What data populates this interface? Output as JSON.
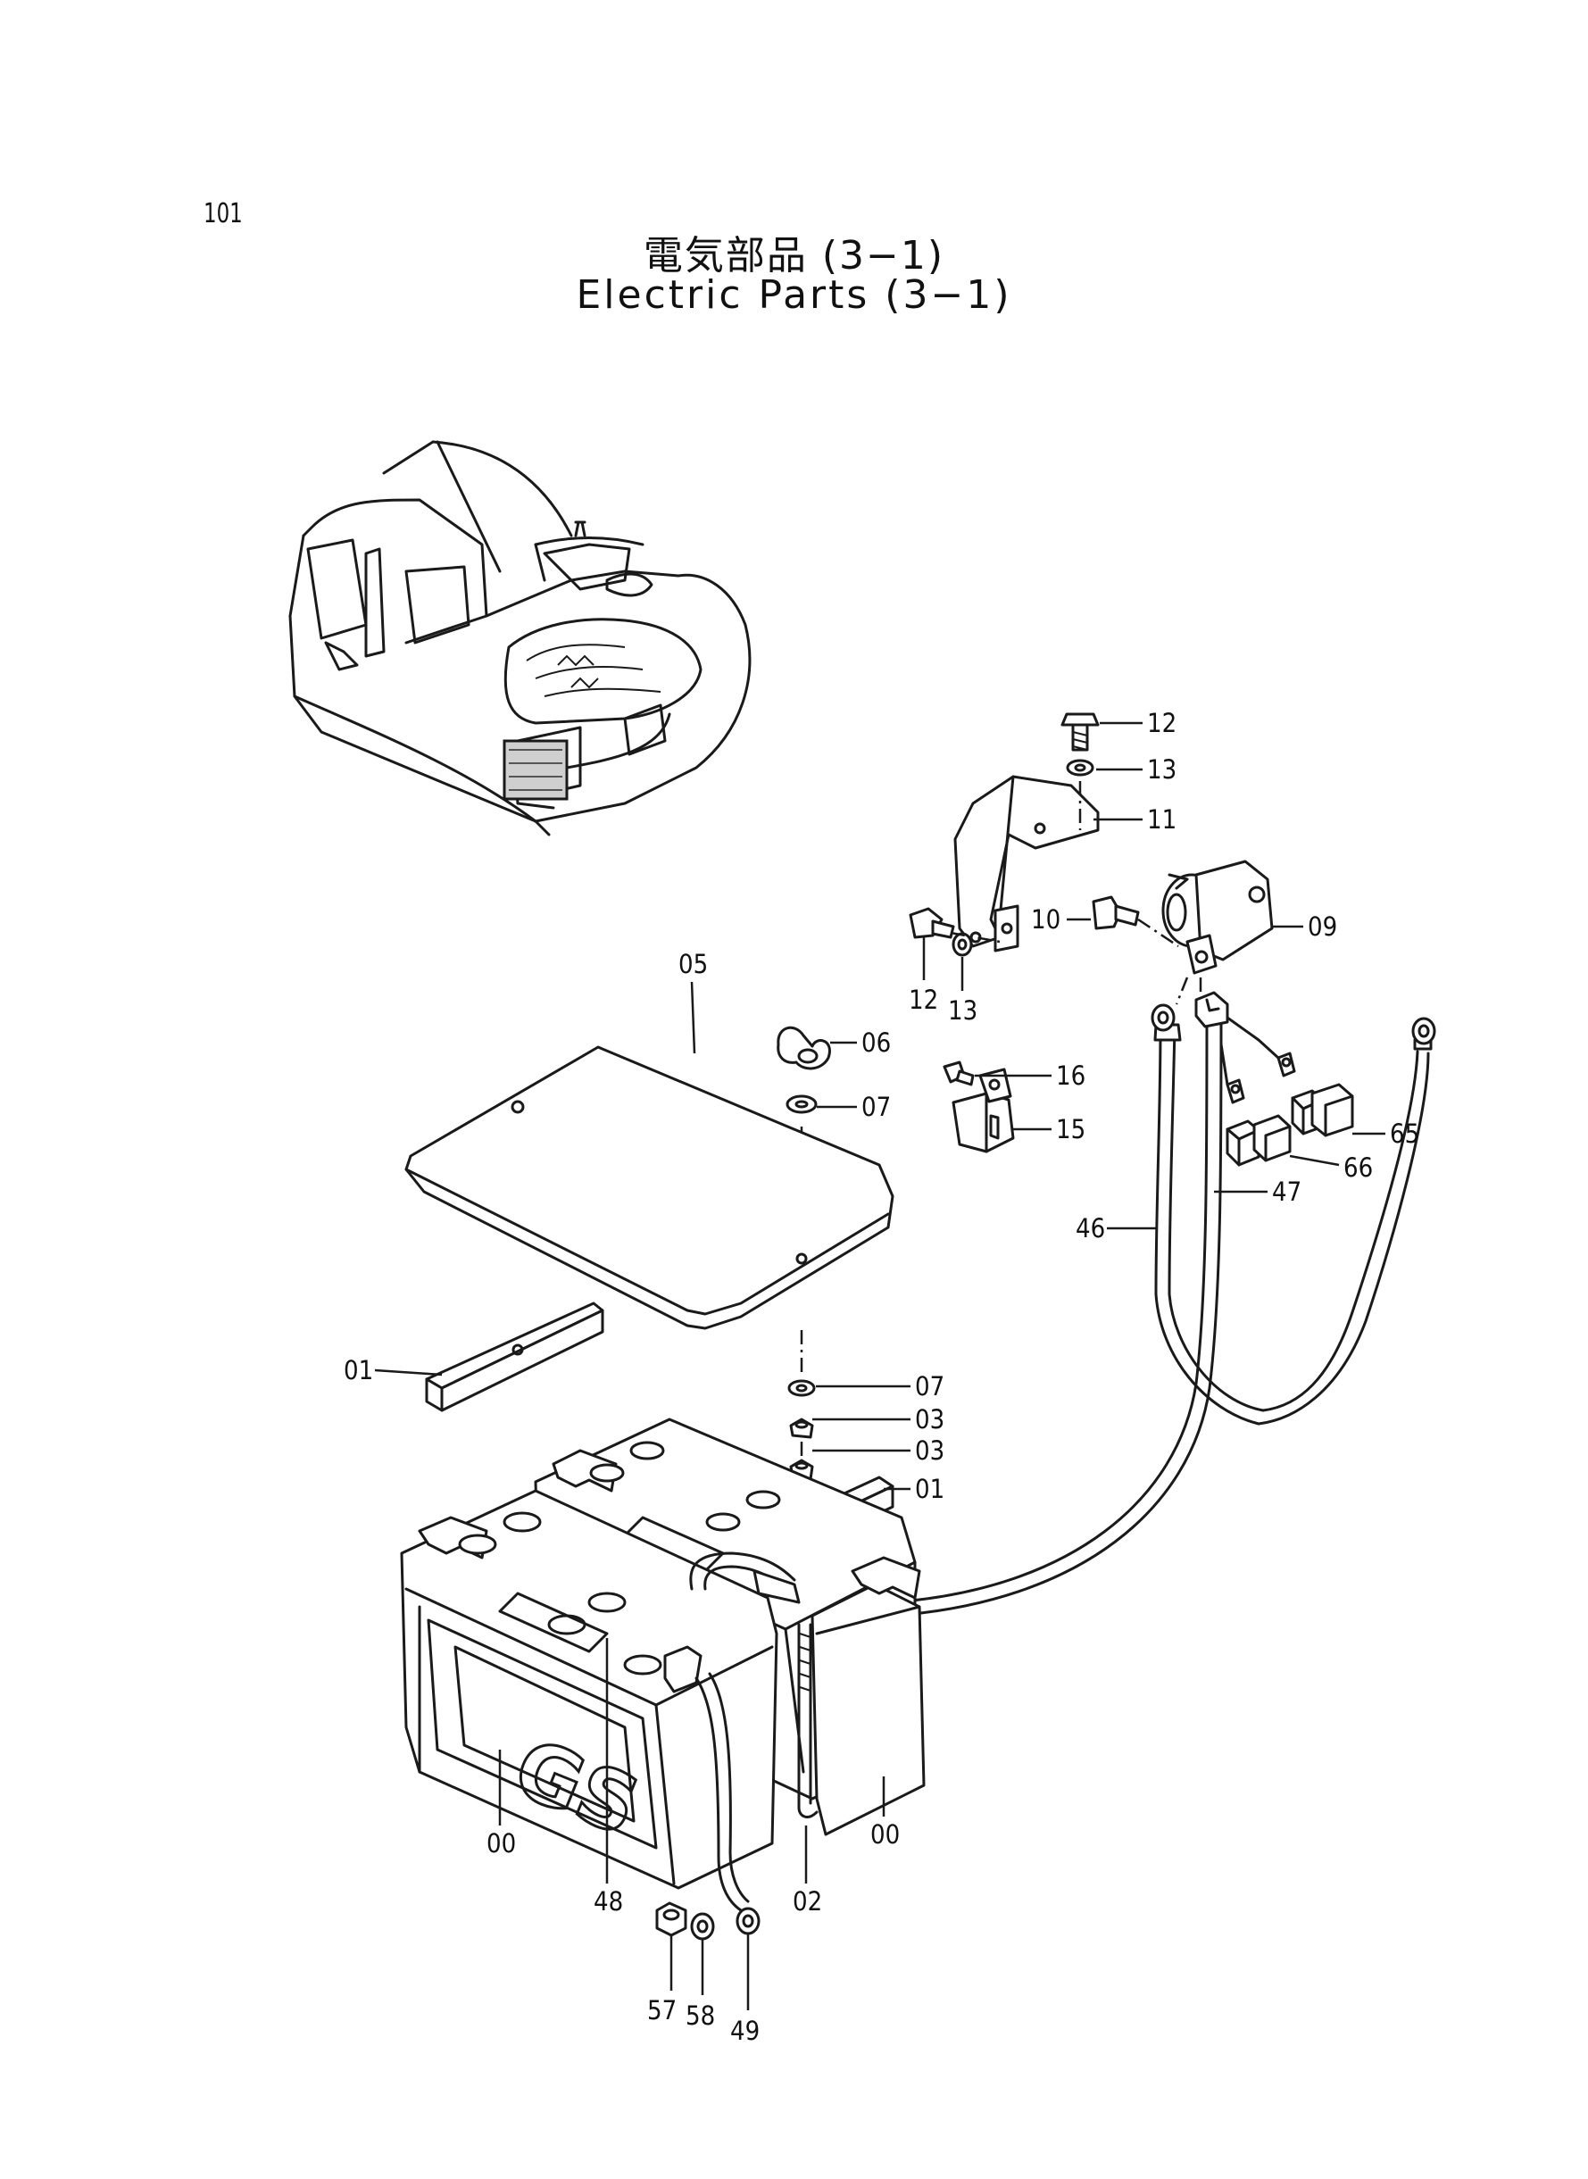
{
  "page_number": "101",
  "title_jp": "電気部品 (3−1)",
  "title_en": "Electric Parts (3−1)",
  "battery_brand": "GS",
  "callouts": {
    "c12a": "12",
    "c13a": "13",
    "c11": "11",
    "c09": "09",
    "c10": "10",
    "c12b": "12",
    "c13b": "13",
    "c05": "05",
    "c06": "06",
    "c07a": "07",
    "c16": "16",
    "c15": "15",
    "c65": "65",
    "c66": "66",
    "c47": "47",
    "c46": "46",
    "c01a": "01",
    "c07b": "07",
    "c03a": "03",
    "c03b": "03",
    "c01b": "01",
    "c00a": "00",
    "c00b": "00",
    "c48": "48",
    "c02": "02",
    "c57": "57",
    "c58": "58",
    "c49": "49"
  }
}
